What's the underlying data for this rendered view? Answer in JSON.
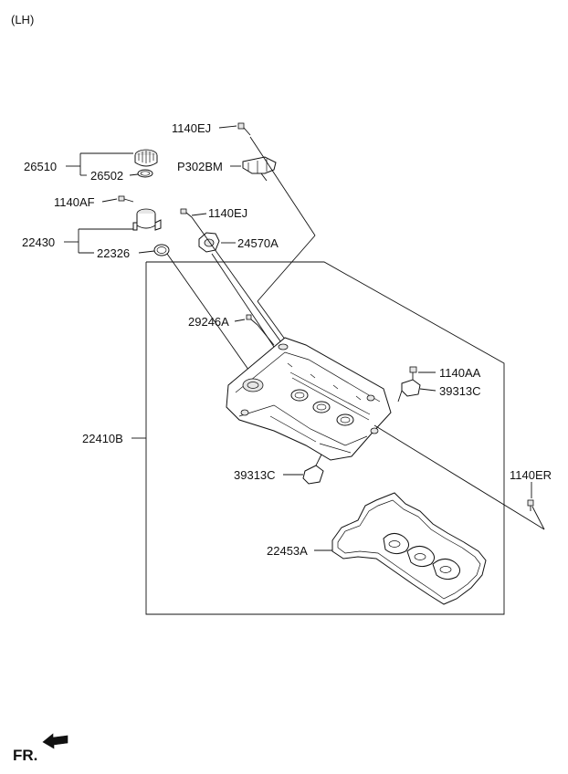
{
  "header": {
    "variant": "(LH)"
  },
  "callouts": {
    "p26510": "26510",
    "p26502": "26502",
    "p1140AF": "1140AF",
    "p22430": "22430",
    "p22326": "22326",
    "p1140EJ_top": "1140EJ",
    "pP302BM": "P302BM",
    "p1140EJ_mid": "1140EJ",
    "p24570A": "24570A",
    "p29246A": "29246A",
    "p1140AA": "1140AA",
    "p39313C_right": "39313C",
    "p22410B": "22410B",
    "p39313C_left": "39313C",
    "p1140ER": "1140ER",
    "p22453A": "22453A"
  },
  "footer": {
    "direction_label": "FR."
  },
  "icons": [
    "front-direction-arrow-icon"
  ]
}
